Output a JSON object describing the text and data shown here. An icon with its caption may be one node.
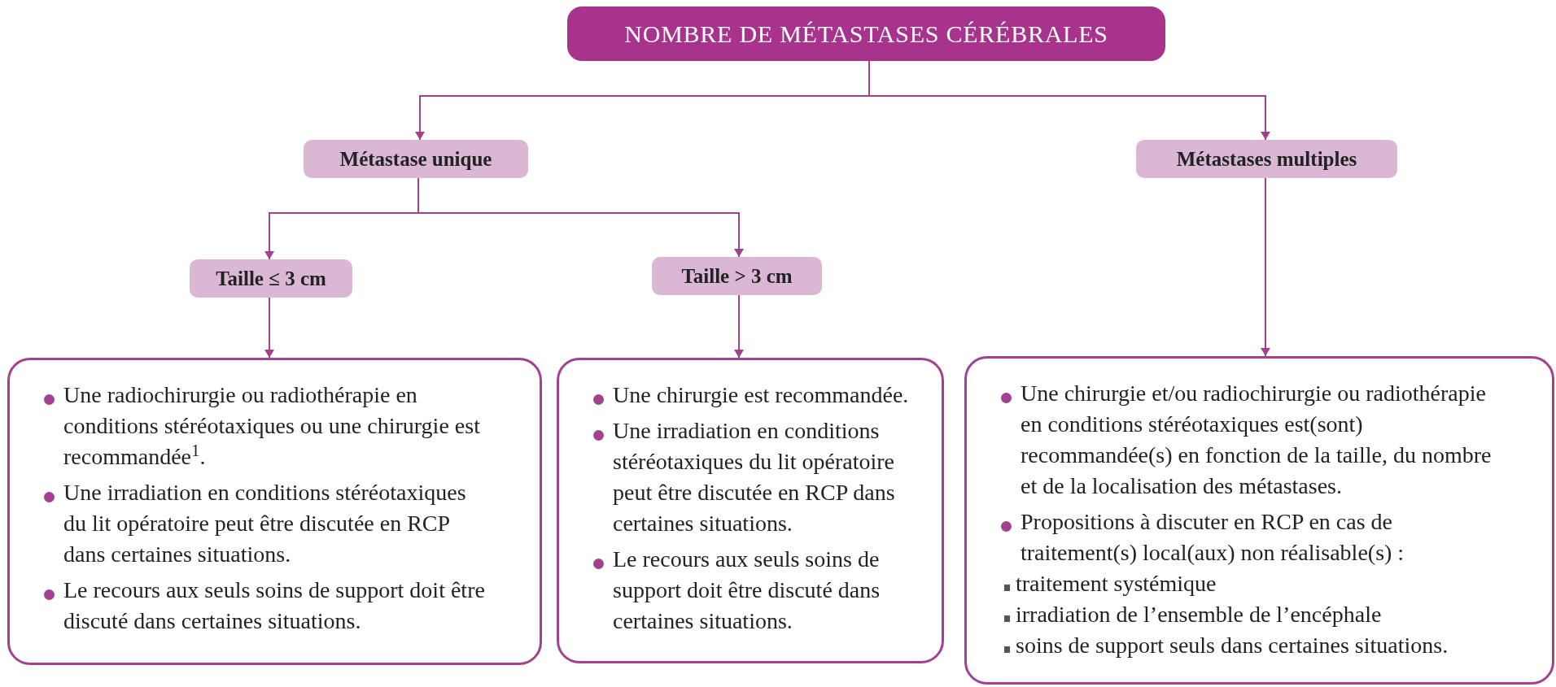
{
  "diagram": {
    "nodes": [
      {
        "text": [
          "NOMBRE DE MÉTASTASES CÉRÉBRALES"
        ]
      },
      {
        "text": [
          "Métastase unique"
        ]
      },
      {
        "text": [
          "Métastases multiples"
        ]
      },
      {
        "text": [
          "Taille ≤ 3 cm"
        ]
      },
      {
        "text": [
          "Taille > 3 cm"
        ]
      },
      {
        "text": [
          "Une radiochirurgie ou radiothérapie en conditions stéréotaxiques ou une chirurgie est recommandée$^{1}$.",
          "Une irradiation en conditions stéréotaxiques du lit opératoire peut être discutée en RCP dans certaines situations.",
          "Le recours aux seuls soins de support doit être discuté dans certaines situations."
        ]
      },
      {
        "text": [
          "Une chirurgie est recommandée.",
          "Une irradiation en conditions stéréotaxiques du lit opératoire peut être discutée en RCP dans certaines situations.",
          "Le recours aux seuls soins de support doit être discuté dans certaines situations."
        ]
      },
      {
        "text": [
          "Une chirurgie et/ou radiochirurgie ou radiothérapie en conditions stéréotaxiques est(sont) recommandée(s) en fonction de la taille, du nombre et de la localisation des métastases.",
          "Propositions à discuter en RCP en cas de traitement(s) local(aux) non réalisable(s) :",
          "traitement systémique",
          "irradiation de l’ensemble de l’encéphale",
          "soins de support seuls dans certaines situations."
        ]
      }
    ],
    "edges": [
      {
        "from": 0,
        "to": 1,
        "arrow": "to"
      },
      {
        "from": 0,
        "to": 2,
        "arrow": "to"
      },
      {
        "from": 1,
        "to": 3,
        "arrow": "to"
      },
      {
        "from": 1,
        "to": 4,
        "arrow": "to"
      },
      {
        "from": 3,
        "to": 5,
        "arrow": "to"
      },
      {
        "from": 4,
        "to": 6,
        "arrow": "to"
      },
      {
        "from": 2,
        "to": 7,
        "arrow": "to"
      }
    ]
  }
}
